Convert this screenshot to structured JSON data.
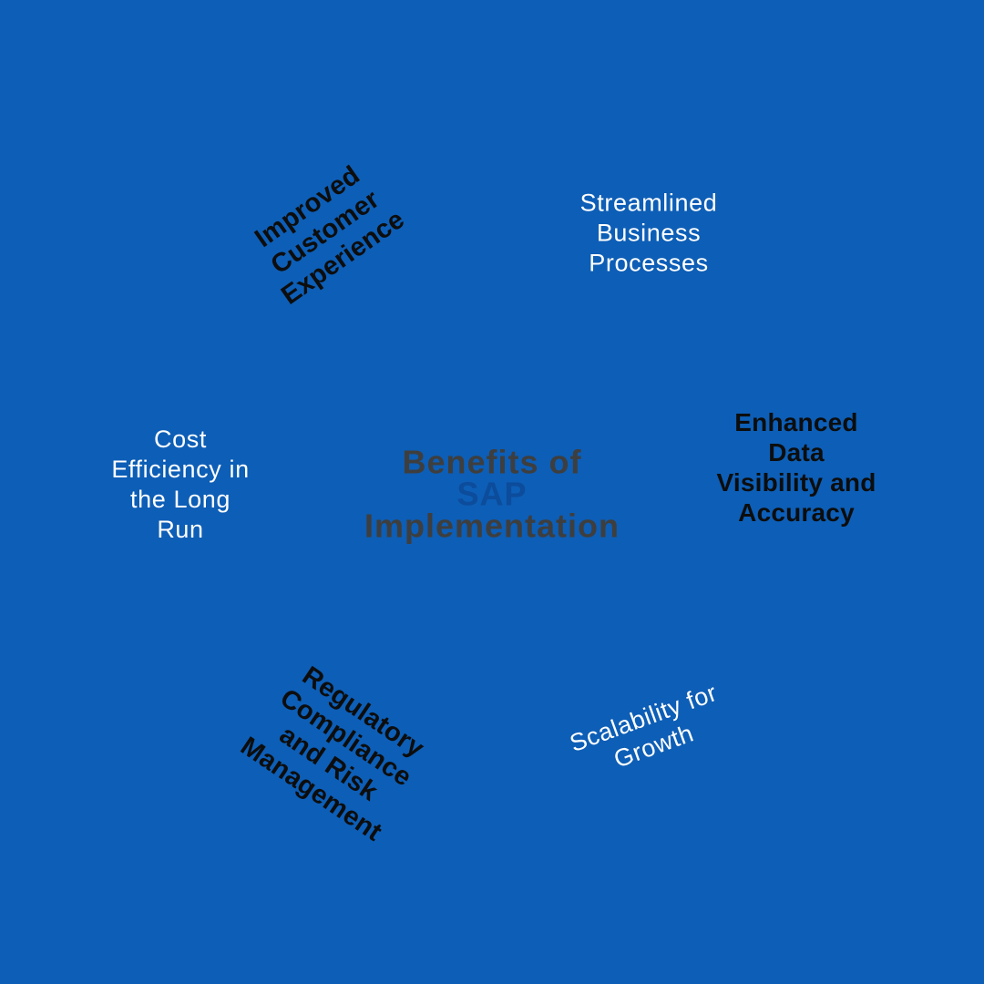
{
  "colors": {
    "background": "#0D5EB6",
    "text-white": "#FFFFFF",
    "text-black": "#0D0D0D",
    "title-gray": "#3E3E3E",
    "title-sap-blue": "#0C4C9B"
  },
  "title": {
    "line1": "Benefits of",
    "line2": "SAP",
    "line3": "Implementation"
  },
  "benefits": [
    {
      "label": "Improved Customer Experience",
      "lines": [
        "Improved",
        "Customer",
        "Experience"
      ]
    },
    {
      "label": "Streamlined Business Processes",
      "lines": [
        "Streamlined",
        "Business",
        "Processes"
      ]
    },
    {
      "label": "Cost Efficiency in the Long Run",
      "lines": [
        "Cost",
        "Efficiency in",
        "the Long",
        "Run"
      ]
    },
    {
      "label": "Enhanced Data Visibility and Accuracy",
      "lines": [
        "Enhanced",
        "Data",
        "Visibility and",
        "Accuracy"
      ]
    },
    {
      "label": "Regulatory Compliance and Risk Management",
      "lines": [
        "Regulatory",
        "Compliance",
        "and Risk",
        "Management"
      ]
    },
    {
      "label": "Scalability for Growth",
      "lines": [
        "Scalability for",
        "Growth"
      ]
    }
  ]
}
